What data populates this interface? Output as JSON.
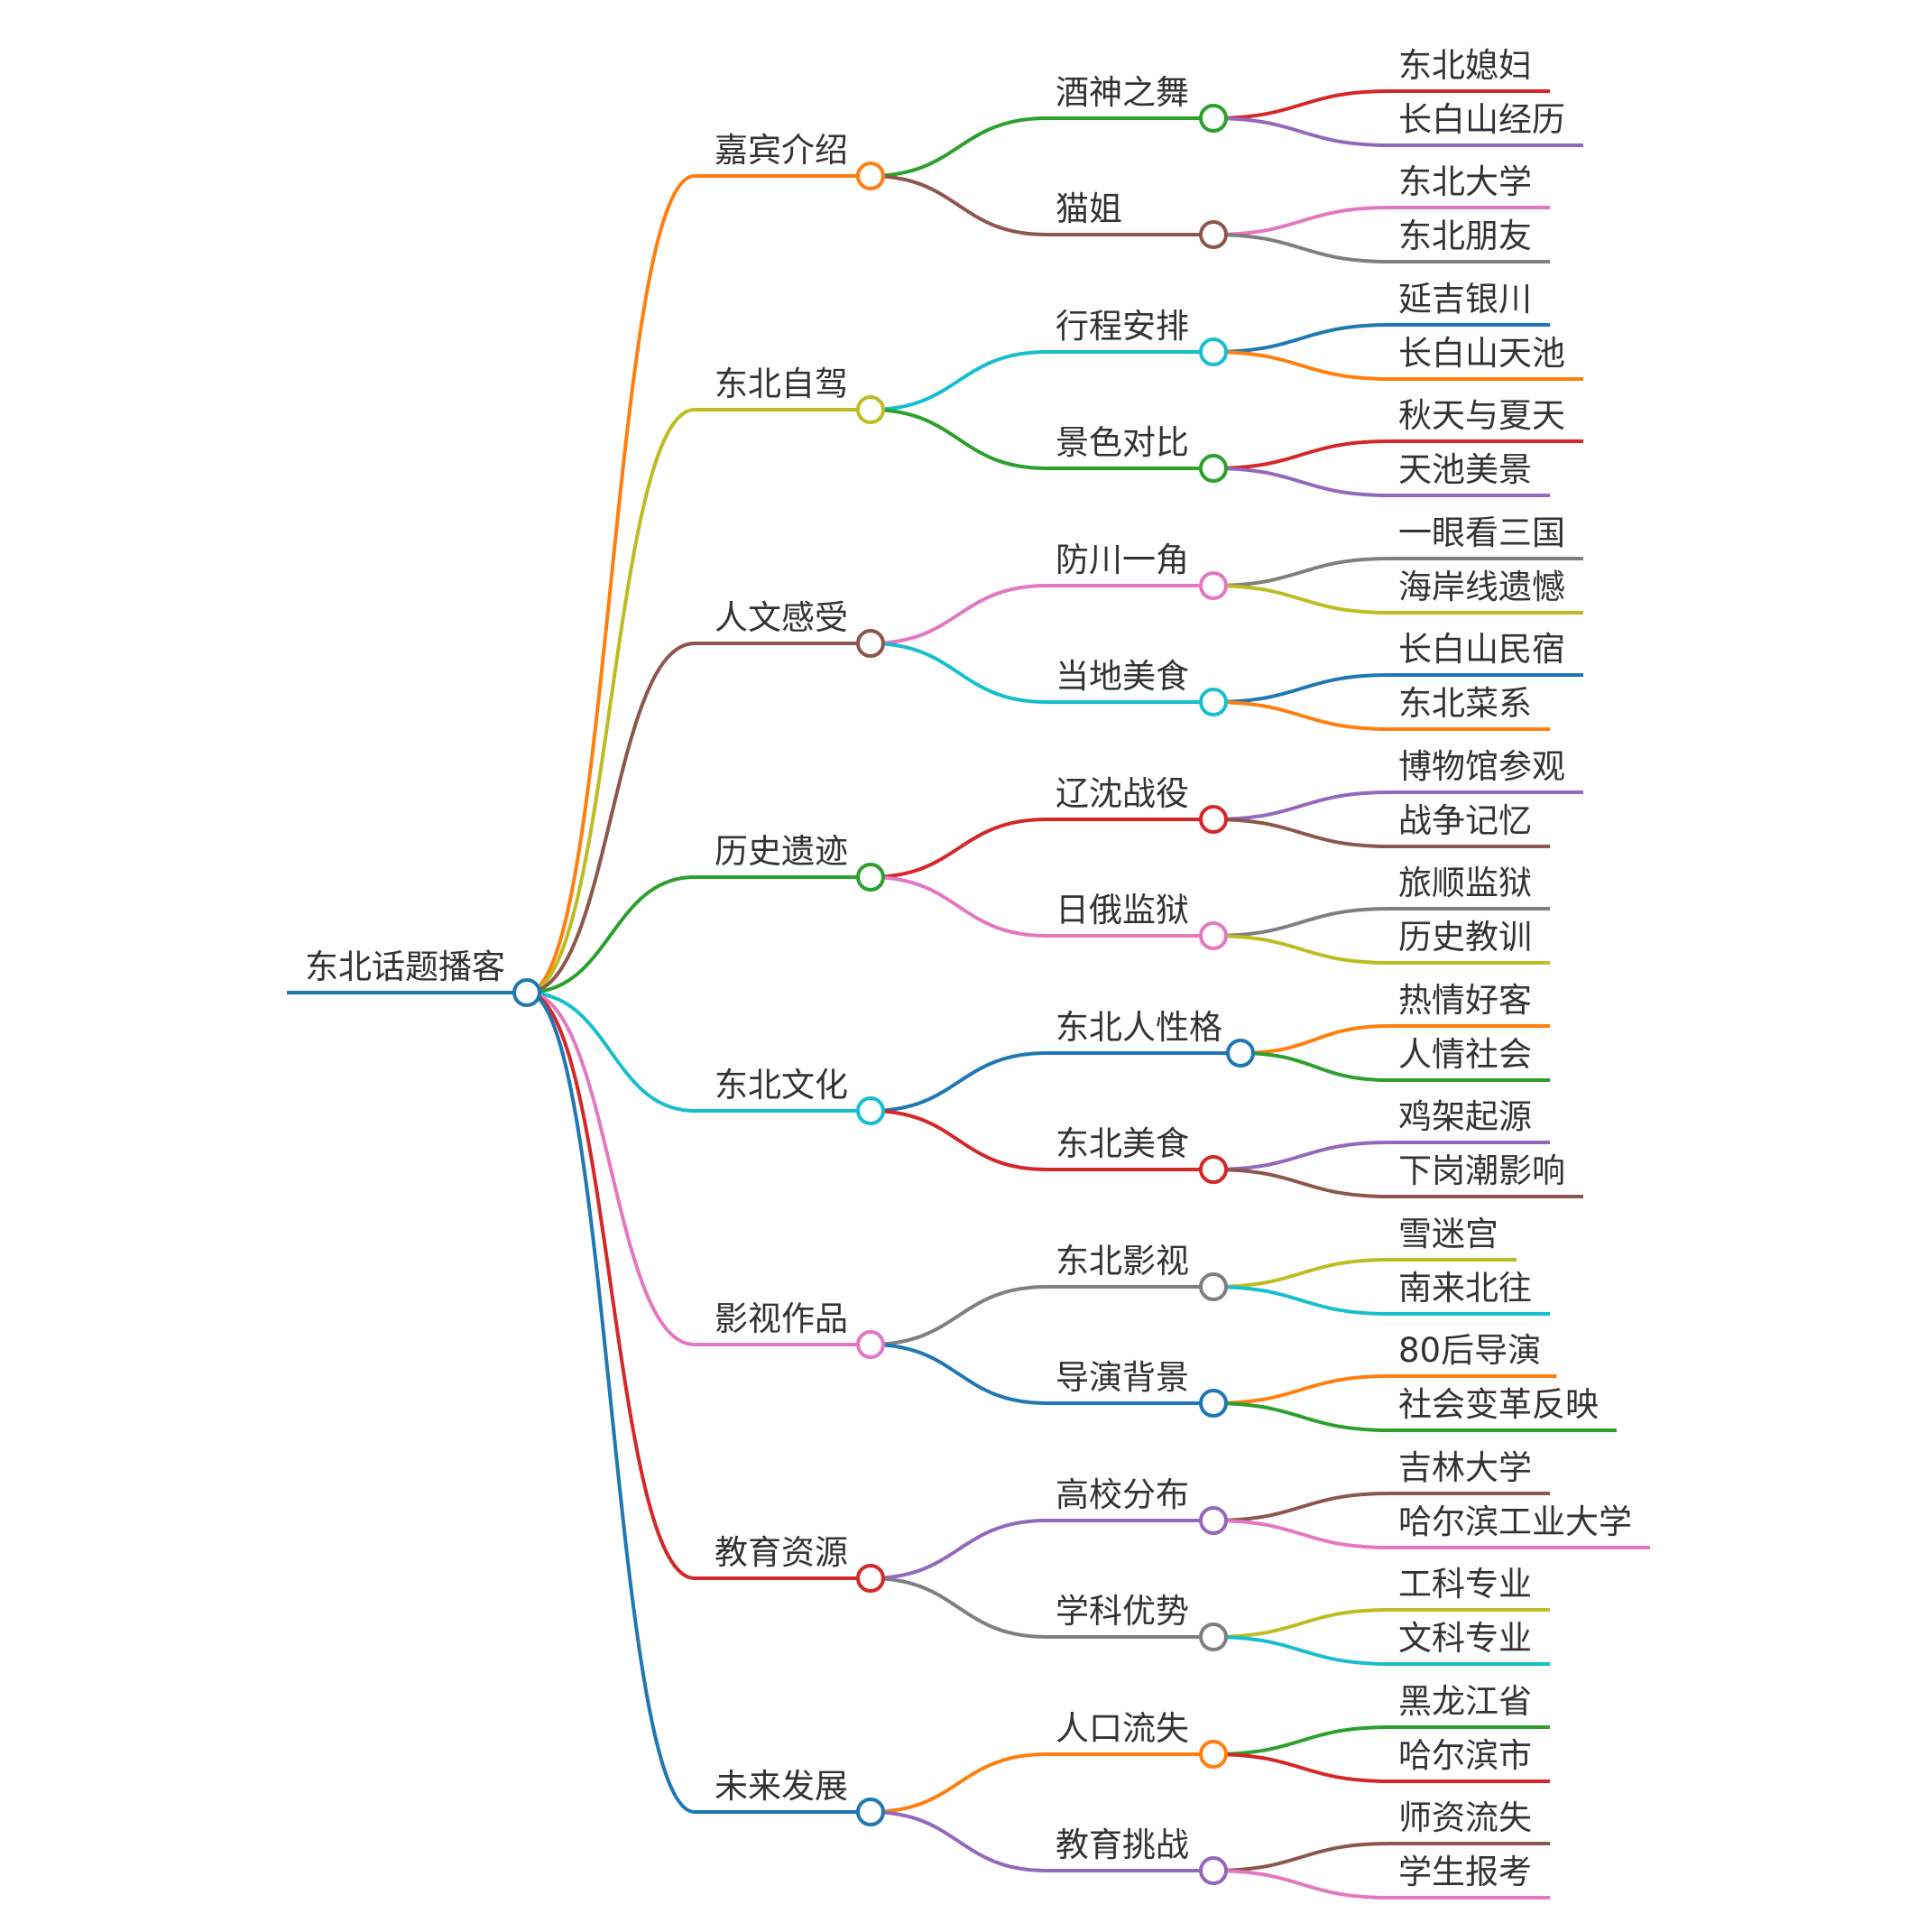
{
  "root": {
    "label": "东北话题播客",
    "color": "#1f77b4"
  },
  "branches": [
    {
      "label": "嘉宾介绍",
      "color": "#ff7f0e",
      "children": [
        {
          "label": "酒神之舞",
          "color": "#2ca02c",
          "leaves": [
            {
              "label": "东北媳妇",
              "color": "#d62728"
            },
            {
              "label": "长白山经历",
              "color": "#9467bd"
            }
          ]
        },
        {
          "label": "猫姐",
          "color": "#8c564b",
          "leaves": [
            {
              "label": "东北大学",
              "color": "#e377c2"
            },
            {
              "label": "东北朋友",
              "color": "#7f7f7f"
            }
          ]
        }
      ]
    },
    {
      "label": "东北自驾",
      "color": "#bcbd22",
      "children": [
        {
          "label": "行程安排",
          "color": "#17becf",
          "leaves": [
            {
              "label": "延吉银川",
              "color": "#1f77b4"
            },
            {
              "label": "长白山天池",
              "color": "#ff7f0e"
            }
          ]
        },
        {
          "label": "景色对比",
          "color": "#2ca02c",
          "leaves": [
            {
              "label": "秋天与夏天",
              "color": "#d62728"
            },
            {
              "label": "天池美景",
              "color": "#9467bd"
            }
          ]
        }
      ]
    },
    {
      "label": "人文感受",
      "color": "#8c564b",
      "children": [
        {
          "label": "防川一角",
          "color": "#e377c2",
          "leaves": [
            {
              "label": "一眼看三国",
              "color": "#7f7f7f"
            },
            {
              "label": "海岸线遗憾",
              "color": "#bcbd22"
            }
          ]
        },
        {
          "label": "当地美食",
          "color": "#17becf",
          "leaves": [
            {
              "label": "长白山民宿",
              "color": "#1f77b4"
            },
            {
              "label": "东北菜系",
              "color": "#ff7f0e"
            }
          ]
        }
      ]
    },
    {
      "label": "历史遗迹",
      "color": "#2ca02c",
      "children": [
        {
          "label": "辽沈战役",
          "color": "#d62728",
          "leaves": [
            {
              "label": "博物馆参观",
              "color": "#9467bd"
            },
            {
              "label": "战争记忆",
              "color": "#8c564b"
            }
          ]
        },
        {
          "label": "日俄监狱",
          "color": "#e377c2",
          "leaves": [
            {
              "label": "旅顺监狱",
              "color": "#7f7f7f"
            },
            {
              "label": "历史教训",
              "color": "#bcbd22"
            }
          ]
        }
      ]
    },
    {
      "label": "东北文化",
      "color": "#17becf",
      "children": [
        {
          "label": "东北人性格",
          "color": "#1f77b4",
          "leaves": [
            {
              "label": "热情好客",
              "color": "#ff7f0e"
            },
            {
              "label": "人情社会",
              "color": "#2ca02c"
            }
          ]
        },
        {
          "label": "东北美食",
          "color": "#d62728",
          "leaves": [
            {
              "label": "鸡架起源",
              "color": "#9467bd"
            },
            {
              "label": "下岗潮影响",
              "color": "#8c564b"
            }
          ]
        }
      ]
    },
    {
      "label": "影视作品",
      "color": "#e377c2",
      "children": [
        {
          "label": "东北影视",
          "color": "#7f7f7f",
          "leaves": [
            {
              "label": "雪迷宫",
              "color": "#bcbd22"
            },
            {
              "label": "南来北往",
              "color": "#17becf"
            }
          ]
        },
        {
          "label": "导演背景",
          "color": "#1f77b4",
          "leaves": [
            {
              "label": "80后导演",
              "color": "#ff7f0e"
            },
            {
              "label": "社会变革反映",
              "color": "#2ca02c"
            }
          ]
        }
      ]
    },
    {
      "label": "教育资源",
      "color": "#d62728",
      "children": [
        {
          "label": "高校分布",
          "color": "#9467bd",
          "leaves": [
            {
              "label": "吉林大学",
              "color": "#8c564b"
            },
            {
              "label": "哈尔滨工业大学",
              "color": "#e377c2"
            }
          ]
        },
        {
          "label": "学科优势",
          "color": "#7f7f7f",
          "leaves": [
            {
              "label": "工科专业",
              "color": "#bcbd22"
            },
            {
              "label": "文科专业",
              "color": "#17becf"
            }
          ]
        }
      ]
    },
    {
      "label": "未来发展",
      "color": "#1f77b4",
      "children": [
        {
          "label": "人口流失",
          "color": "#ff7f0e",
          "leaves": [
            {
              "label": "黑龙江省",
              "color": "#2ca02c"
            },
            {
              "label": "哈尔滨市",
              "color": "#d62728"
            }
          ]
        },
        {
          "label": "教育挑战",
          "color": "#9467bd",
          "leaves": [
            {
              "label": "师资流失",
              "color": "#8c564b"
            },
            {
              "label": "学生报考",
              "color": "#e377c2"
            }
          ]
        }
      ]
    }
  ]
}
